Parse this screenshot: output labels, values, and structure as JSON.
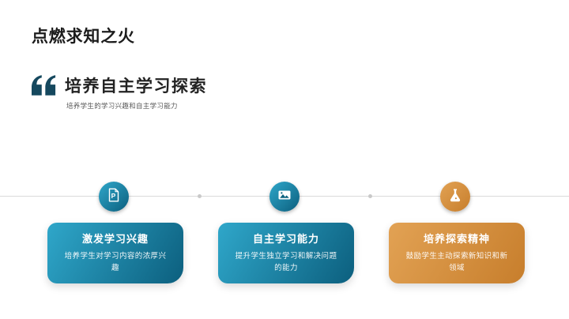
{
  "slide": {
    "title": "点燃求知之火",
    "quote": {
      "heading": "培养自主学习探索",
      "subtitle": "培养学生的学习兴趣和自主学习能力"
    },
    "timeline": {
      "items": [
        {
          "icon": "document-p-icon",
          "icon_letter": "P",
          "theme": "teal",
          "card_title": "激发学习兴趣",
          "card_desc": "培养学生对学习内容的浓厚兴趣"
        },
        {
          "icon": "image-icon",
          "theme": "teal",
          "card_title": "自主学习能力",
          "card_desc": "提升学生独立学习和解决问题的能力"
        },
        {
          "icon": "flask-icon",
          "theme": "orange",
          "card_title": "培养探索精神",
          "card_desc": "鼓励学生主动探索新知识和新领域"
        }
      ]
    },
    "colors": {
      "teal_light": "#2FA7CA",
      "teal_dark": "#0C5F7E",
      "orange_light": "#E2A254",
      "orange_dark": "#C77E2C",
      "quote_mark": "#15485E",
      "timeline_line": "#DADADA",
      "timeline_dot": "#C9C9C9",
      "title_text": "#1C1C1C",
      "subtitle_text": "#595959"
    }
  }
}
